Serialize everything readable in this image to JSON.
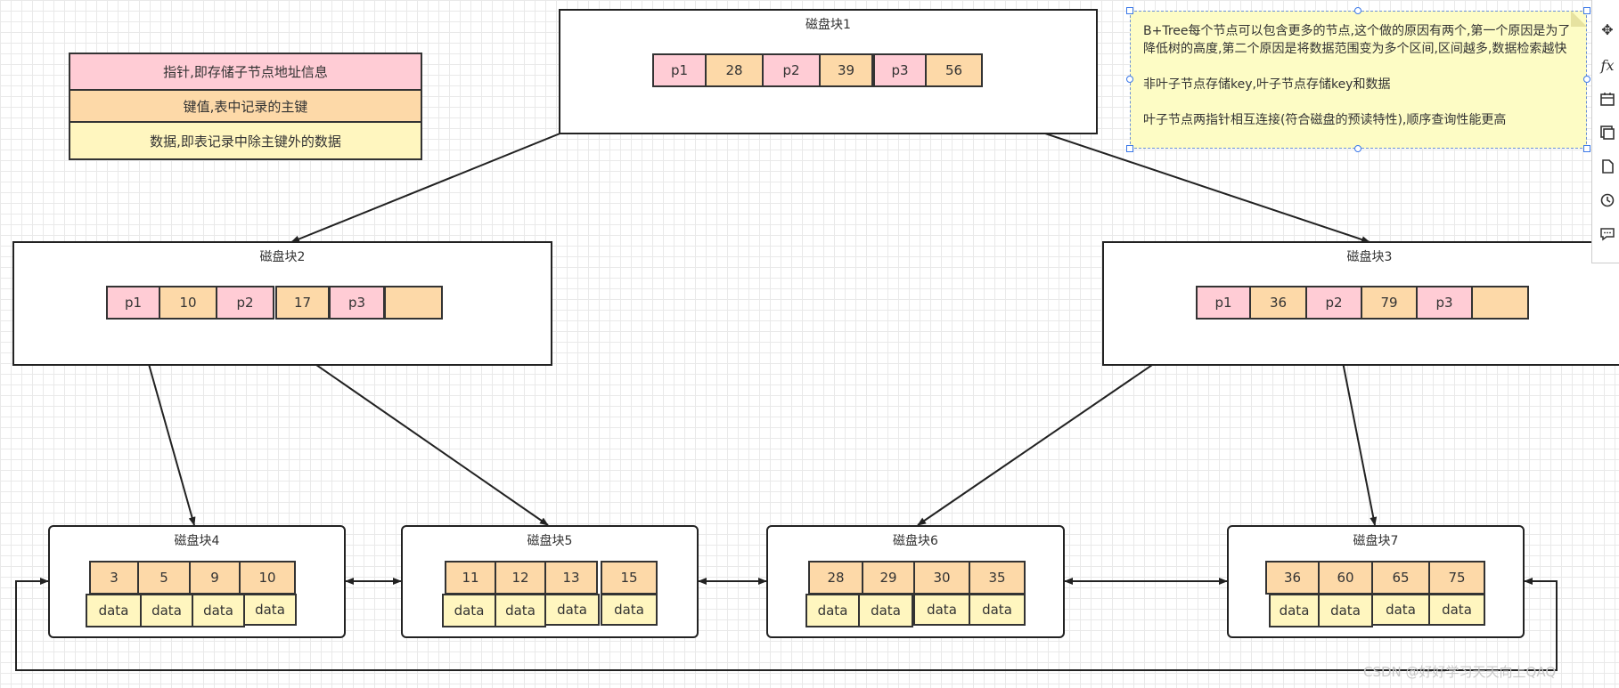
{
  "legend": [
    {
      "text": "指针,即存储子节点地址信息",
      "color": "#ffccd5"
    },
    {
      "text": "键值,表中记录的主键",
      "color": "#fdd9a8"
    },
    {
      "text": "数据,即表记录中除主键外的数据",
      "color": "#fff6bf"
    }
  ],
  "blocks": {
    "b1": {
      "title": "磁盘块1",
      "cells": [
        "p1",
        "28",
        "p2",
        "39",
        "p3",
        "56"
      ]
    },
    "b2": {
      "title": "磁盘块2",
      "cells": [
        "p1",
        "10",
        "p2",
        "17",
        "p3",
        ""
      ]
    },
    "b3": {
      "title": "磁盘块3",
      "cells": [
        "p1",
        "36",
        "p2",
        "79",
        "p3",
        ""
      ]
    },
    "b4": {
      "title": "磁盘块4",
      "keys": [
        "3",
        "5",
        "9",
        "10"
      ],
      "data": [
        "data",
        "data",
        "data",
        "data"
      ]
    },
    "b5": {
      "title": "磁盘块5",
      "keys": [
        "11",
        "12",
        "13",
        "15"
      ],
      "data": [
        "data",
        "data",
        "data",
        "data"
      ]
    },
    "b6": {
      "title": "磁盘块6",
      "keys": [
        "28",
        "29",
        "30",
        "35"
      ],
      "data": [
        "data",
        "data",
        "data",
        "data"
      ]
    },
    "b7": {
      "title": "磁盘块7",
      "keys": [
        "36",
        "60",
        "65",
        "75"
      ],
      "data": [
        "data",
        "data",
        "data",
        "data"
      ]
    }
  },
  "note": {
    "line1": "B+Tree每个节点可以包含更多的节点,这个做的原因有两个,第一个原因是为了降低树的高度,第二个原因是将数据范围变为多个区间,区间越多,数据检索越快",
    "line2": "非叶子节点存储key,叶子节点存储key和数据",
    "line3": "叶子节点两指针相互连接(符合磁盘的预读特性),顺序查询性能更高"
  },
  "toolbar": [
    "move-icon",
    "function-icon",
    "calendar-icon",
    "layers-icon",
    "page-icon",
    "history-icon",
    "comment-icon"
  ],
  "watermark": "CSDN @好好学习天天向上QAQ"
}
